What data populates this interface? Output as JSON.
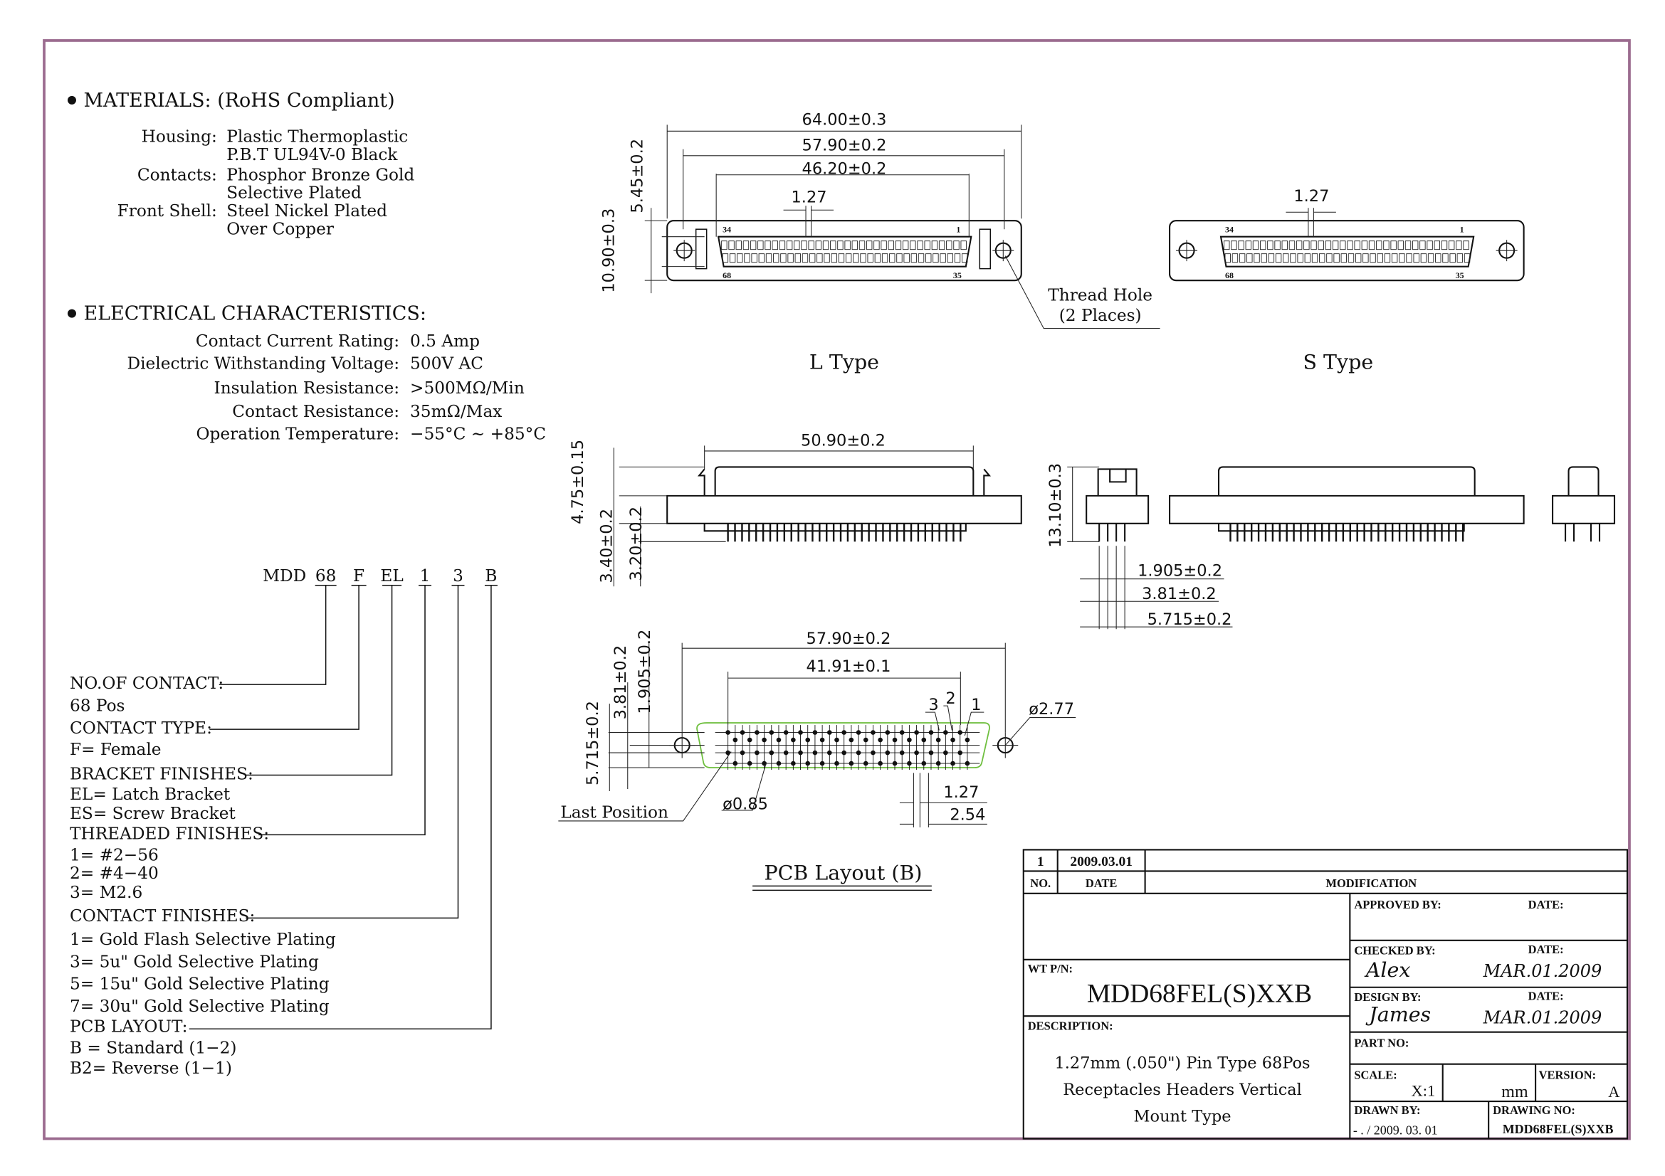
{
  "colors": {
    "border": "#9b6b8f",
    "pcb_outline": "#6fbf3f",
    "ink": "#111111"
  },
  "materials": {
    "title": "MATERIALS: (RoHS Compliant)",
    "items": [
      {
        "label": "Housing:",
        "lines": [
          "Plastic Thermoplastic",
          "P.B.T UL94V-0 Black"
        ]
      },
      {
        "label": "Contacts:",
        "lines": [
          "Phosphor Bronze Gold",
          "Selective Plated"
        ]
      },
      {
        "label": "Front Shell:",
        "lines": [
          "Steel Nickel Plated",
          "Over Copper"
        ]
      }
    ]
  },
  "electrical": {
    "title": "ELECTRICAL CHARACTERISTICS:",
    "items": [
      {
        "label": "Contact Current Rating:",
        "value": "0.5 Amp"
      },
      {
        "label": "Dielectric Withstanding Voltage:",
        "value": "500V AC"
      },
      {
        "label": "Insulation Resistance:",
        "value": ">500MΩ/Min"
      },
      {
        "label": "Contact Resistance:",
        "value": "35mΩ/Max"
      },
      {
        "label": "Operation Temperature:",
        "value": "−55°C ~  +85°C"
      }
    ]
  },
  "part_code": {
    "segments": [
      "MDD",
      "68",
      "F",
      "EL",
      "1",
      "3",
      "B"
    ],
    "legend": [
      {
        "heading": "NO.OF CONTACT:",
        "options": [
          "68 Pos"
        ]
      },
      {
        "heading": "CONTACT TYPE:",
        "options": [
          "F= Female"
        ]
      },
      {
        "heading": "BRACKET FINISHES:",
        "options": [
          "EL= Latch Bracket",
          "ES= Screw Bracket"
        ]
      },
      {
        "heading": "THREADED FINISHES:",
        "options": [
          "1= #2−56",
          "2= #4−40",
          "3= M2.6"
        ]
      },
      {
        "heading": "CONTACT FINISHES:",
        "options": [
          "1= Gold Flash Selective Plating",
          "3= 5u\" Gold Selective Plating",
          "5= 15u\" Gold Selective Plating",
          "7= 30u\" Gold Selective Plating"
        ]
      },
      {
        "heading": "PCB LAYOUT:",
        "options": [
          "B = Standard (1−2)",
          "B2= Reverse (1−1)"
        ]
      }
    ]
  },
  "l_type": {
    "label": "L Type",
    "dims": {
      "overall": "64.00±0.3",
      "mount": "57.90±0.2",
      "shell": "46.20±0.2",
      "pitch": "1.27",
      "height": "10.90±0.3",
      "half_height": "5.45±0.2"
    },
    "pins": {
      "top_left": "34",
      "top_right": "1",
      "bottom_left": "68",
      "bottom_right": "35"
    },
    "note": [
      "Thread Hole",
      "(2 Places)"
    ]
  },
  "s_type": {
    "label": "S Type",
    "dims": {
      "pitch": "1.27"
    },
    "pins": {
      "top_left": "34",
      "top_right": "1",
      "bottom_left": "68",
      "bottom_right": "35"
    }
  },
  "side_view": {
    "dims": {
      "width": "50.90±0.2",
      "latch_height": "4.75±0.15",
      "pin_length_1": "3.40±0.2",
      "pin_length_2": "3.20±0.2",
      "total_height": "13.10±0.3",
      "row_1": "1.905±0.2",
      "row_2": "3.81±0.2",
      "row_3": "5.715±0.2"
    }
  },
  "pcb_layout": {
    "title": "PCB Layout (B)",
    "dims": {
      "mount": "57.90±0.2",
      "pins": "41.91±0.1",
      "row_total": "5.715±0.2",
      "row_2": "3.81±0.2",
      "row_1": "1.905±0.2",
      "mount_hole": "ø2.77",
      "pin_hole": "ø0.85",
      "pitch": "1.27",
      "pitch_row": "2.54"
    },
    "pin_numbers": [
      "3",
      "2",
      "1"
    ],
    "last_position": "Last Position"
  },
  "title_block": {
    "revision": {
      "no": "1",
      "date": "2009.03.01",
      "modification": ""
    },
    "headers": {
      "no": "NO.",
      "date": "DATE",
      "modification": "MODIFICATION"
    },
    "wt_pn_label": "WT P/N:",
    "wt_pn": "MDD68FEL(S)XXB",
    "description_label": "DESCRIPTION:",
    "description": [
      "1.27mm (.050\") Pin Type 68Pos",
      "Receptacles Headers Vertical",
      "Mount Type"
    ],
    "approved_label": "APPROVED BY:",
    "date_label": "DATE:",
    "checked_label": "CHECKED BY:",
    "checked_by": "Alex",
    "checked_date": "MAR.01.2009",
    "design_label": "DESIGN BY:",
    "design_by": "James",
    "design_date": "MAR.01.2009",
    "part_no_label": "PART NO:",
    "scale_label": "SCALE:",
    "scale": "X:1",
    "unit": "mm",
    "version_label": "VERSION:",
    "version": "A",
    "drawn_label": "DRAWN BY:",
    "drawn": "- . /  2009. 03. 01",
    "drawing_no_label": "DRAWING NO:",
    "drawing_no": "MDD68FEL(S)XXB"
  }
}
